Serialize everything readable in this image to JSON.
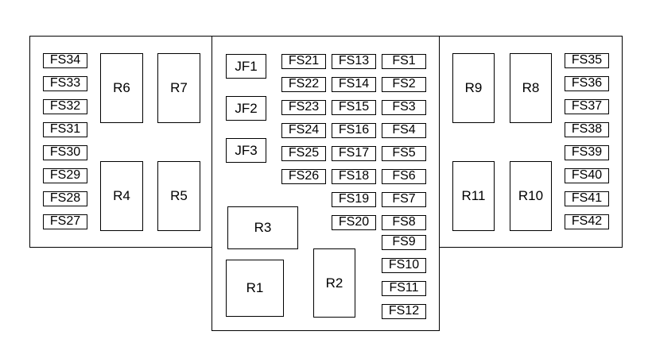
{
  "diagram": {
    "left_fuses": [
      "FS34",
      "FS33",
      "FS32",
      "FS31",
      "FS30",
      "FS29",
      "FS28",
      "FS27"
    ],
    "left_relays": [
      "R6",
      "R7",
      "R4",
      "R5"
    ],
    "center_jfuses": [
      "JF1",
      "JF2",
      "JF3"
    ],
    "center_col1": [
      "FS21",
      "FS22",
      "FS23",
      "FS24",
      "FS25",
      "FS26"
    ],
    "center_col2": [
      "FS13",
      "FS14",
      "FS15",
      "FS16",
      "FS17",
      "FS18",
      "FS19",
      "FS20"
    ],
    "center_col3": [
      "FS1",
      "FS2",
      "FS3",
      "FS4",
      "FS5",
      "FS6",
      "FS7",
      "FS8",
      "FS9",
      "FS10",
      "FS11",
      "FS12"
    ],
    "center_relays": [
      "R3",
      "R1",
      "R2"
    ],
    "right_relays": [
      "R9",
      "R8",
      "R11",
      "R10"
    ],
    "right_fuses": [
      "FS35",
      "FS36",
      "FS37",
      "FS38",
      "FS39",
      "FS40",
      "FS41",
      "FS42"
    ]
  }
}
